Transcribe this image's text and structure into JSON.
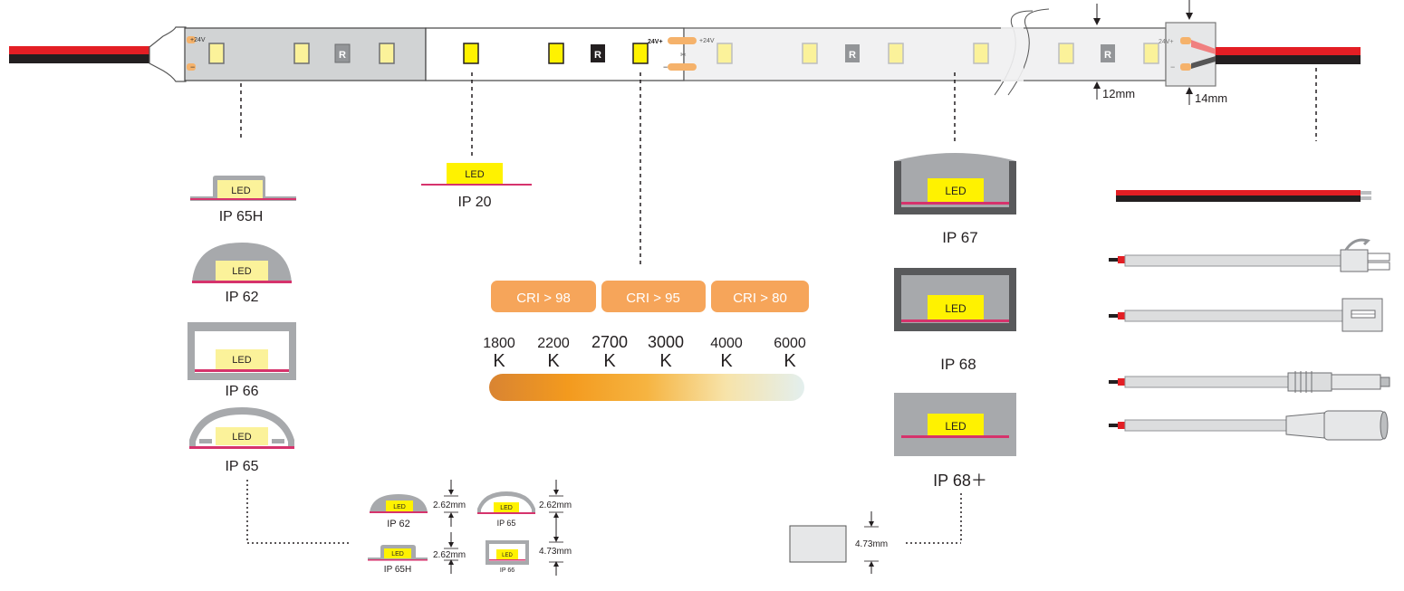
{
  "strip": {
    "plus_label": "+24V",
    "plus_label_alt": "24V+",
    "minus_label": "−",
    "resistor_label": "R",
    "dim_12": "12mm",
    "dim_14": "14mm"
  },
  "ip_ratings": {
    "ip65h": "IP 65H",
    "ip62": "IP 62",
    "ip66": "IP 66",
    "ip65": "IP 65",
    "ip20": "IP 20",
    "ip67": "IP 67",
    "ip68": "IP 68",
    "ip68plus": "IP 68＋"
  },
  "led_label": "LED",
  "cri": [
    {
      "label": "CRI > 98",
      "color": "#f6a55a"
    },
    {
      "label": "CRI > 95",
      "color": "#f6a55a"
    },
    {
      "label": "CRI > 80",
      "color": "#f6a55a"
    }
  ],
  "cct": [
    {
      "value": "1800",
      "unit": "K"
    },
    {
      "value": "2200",
      "unit": "K"
    },
    {
      "value": "2700",
      "unit": "K"
    },
    {
      "value": "3000",
      "unit": "K"
    },
    {
      "value": "4000",
      "unit": "K"
    },
    {
      "value": "6000",
      "unit": "K"
    }
  ],
  "thickness": {
    "ip62": "IP 62",
    "ip62_dim": "2.62mm",
    "ip65": "IP 65",
    "ip65_dim": "2.62mm",
    "ip65h": "IP 65H",
    "ip65h_dim": "2.62mm",
    "ip66": "IP 66",
    "ip66_dim": "4.73mm",
    "ip68_dim": "4.73mm"
  },
  "colors": {
    "wire_red": "#e31e24",
    "wire_black": "#231f20",
    "led_yellow": "#fff200",
    "led_pale": "#fbf29a",
    "pcb_line": "#d6336c",
    "cover_gray": "#a7a9ac",
    "cri_orange": "#f6a55a"
  }
}
